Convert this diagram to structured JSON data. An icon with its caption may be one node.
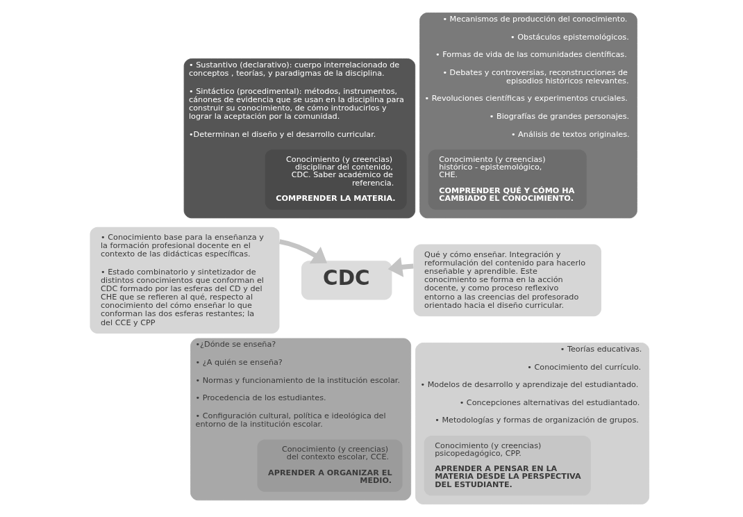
{
  "diagram": {
    "nodes": [
      {
        "text": [
          "• Sustantivo (declarativo): cuerpo interrelacionado de conceptos , teorías, y paradigmas de la disciplina.",
          "• Sintáctico (procedimental): métodos, instrumentos, cánones de evidencia que se usan en la disciplina para construir su conocimiento, de cómo introducirlos y lograr la aceptación por la comunidad.",
          "•Determinan el diseño y el desarrollo curricular."
        ]
      },
      {
        "text": [
          "Conocimiento (y creencias) disciplinar del contenido, CDC. Saber académico de referencia.",
          "COMPRENDER LA MATERIA."
        ],
        "in": 0
      },
      {
        "text": [
          "• Mecanismos de producción del conocimiento.",
          "• Obstáculos epistemológicos.",
          "• Formas de vida de las comunidades científicas.",
          "• Debates y controversias, reconstrucciones de episodios históricos relevantes.",
          "• Revoluciones científicas y experimentos cruciales.",
          "• Biografías de grandes personajes.",
          "• Análisis de textos originales."
        ]
      },
      {
        "text": [
          "Conocimiento (y creencias) histórico - epistemológico, CHE.",
          "COMPRENDER QUÉ Y CÓMO HA CAMBIADO EL CONOCIMIENTO."
        ],
        "in": 2
      },
      {
        "text": [
          "•¿Dónde se enseña?",
          "• ¿A quién se enseña?",
          "• Normas y funcionamiento de la institución escolar.",
          "• Procedencia de los estudiantes.",
          "• Configuración cultural, política e ideológica del entorno de la institución escolar."
        ]
      },
      {
        "text": [
          "Conocimiento (y creencias) del contexto escolar, CCE.",
          "APRENDER A ORGANIZAR EL MEDIO."
        ],
        "in": 4
      },
      {
        "text": [
          "• Teorías educativas.",
          "• Conocimiento del currículo.",
          "• Modelos de desarrollo y aprendizaje del estudiantado.",
          "• Concepciones alternativas del estudiantado.",
          "• Metodologías y formas de organización de grupos."
        ]
      },
      {
        "text": [
          "Conocimiento (y creencias) psicopedagógico, CPP.",
          "APRENDER A PENSAR EN LA MATERIA DESDE LA PERSPECTIVA DEL ESTUDIANTE."
        ],
        "in": 6
      },
      {
        "text": [
          "CDC"
        ]
      },
      {
        "text": [
          "• Conocimiento base para la enseñanza y la formación profesional docente en el contexto de las didácticas específicas.",
          "• Estado combinatorio y sintetizador de distintos conocimientos que conforman el CDC formado por las esferas del CD y del CHE que se refieren al qué, respecto al conocimiento del cómo enseñar lo que conforman las dos esferas restantes; la del CCE y CPP"
        ]
      },
      {
        "text": [
          "Qué y cómo enseñar. Integración y reformulación del contenido para hacerlo enseñable y aprendible. Este conocimiento se forma en la acción docente, y como proceso reflexivo entorno a las creencias del profesorado orientado hacia el diseño curricular."
        ]
      }
    ],
    "edges": [
      {
        "from": 9,
        "to": 8,
        "arrow": "to"
      },
      {
        "from": 10,
        "to": 8,
        "arrow": "to"
      }
    ]
  }
}
